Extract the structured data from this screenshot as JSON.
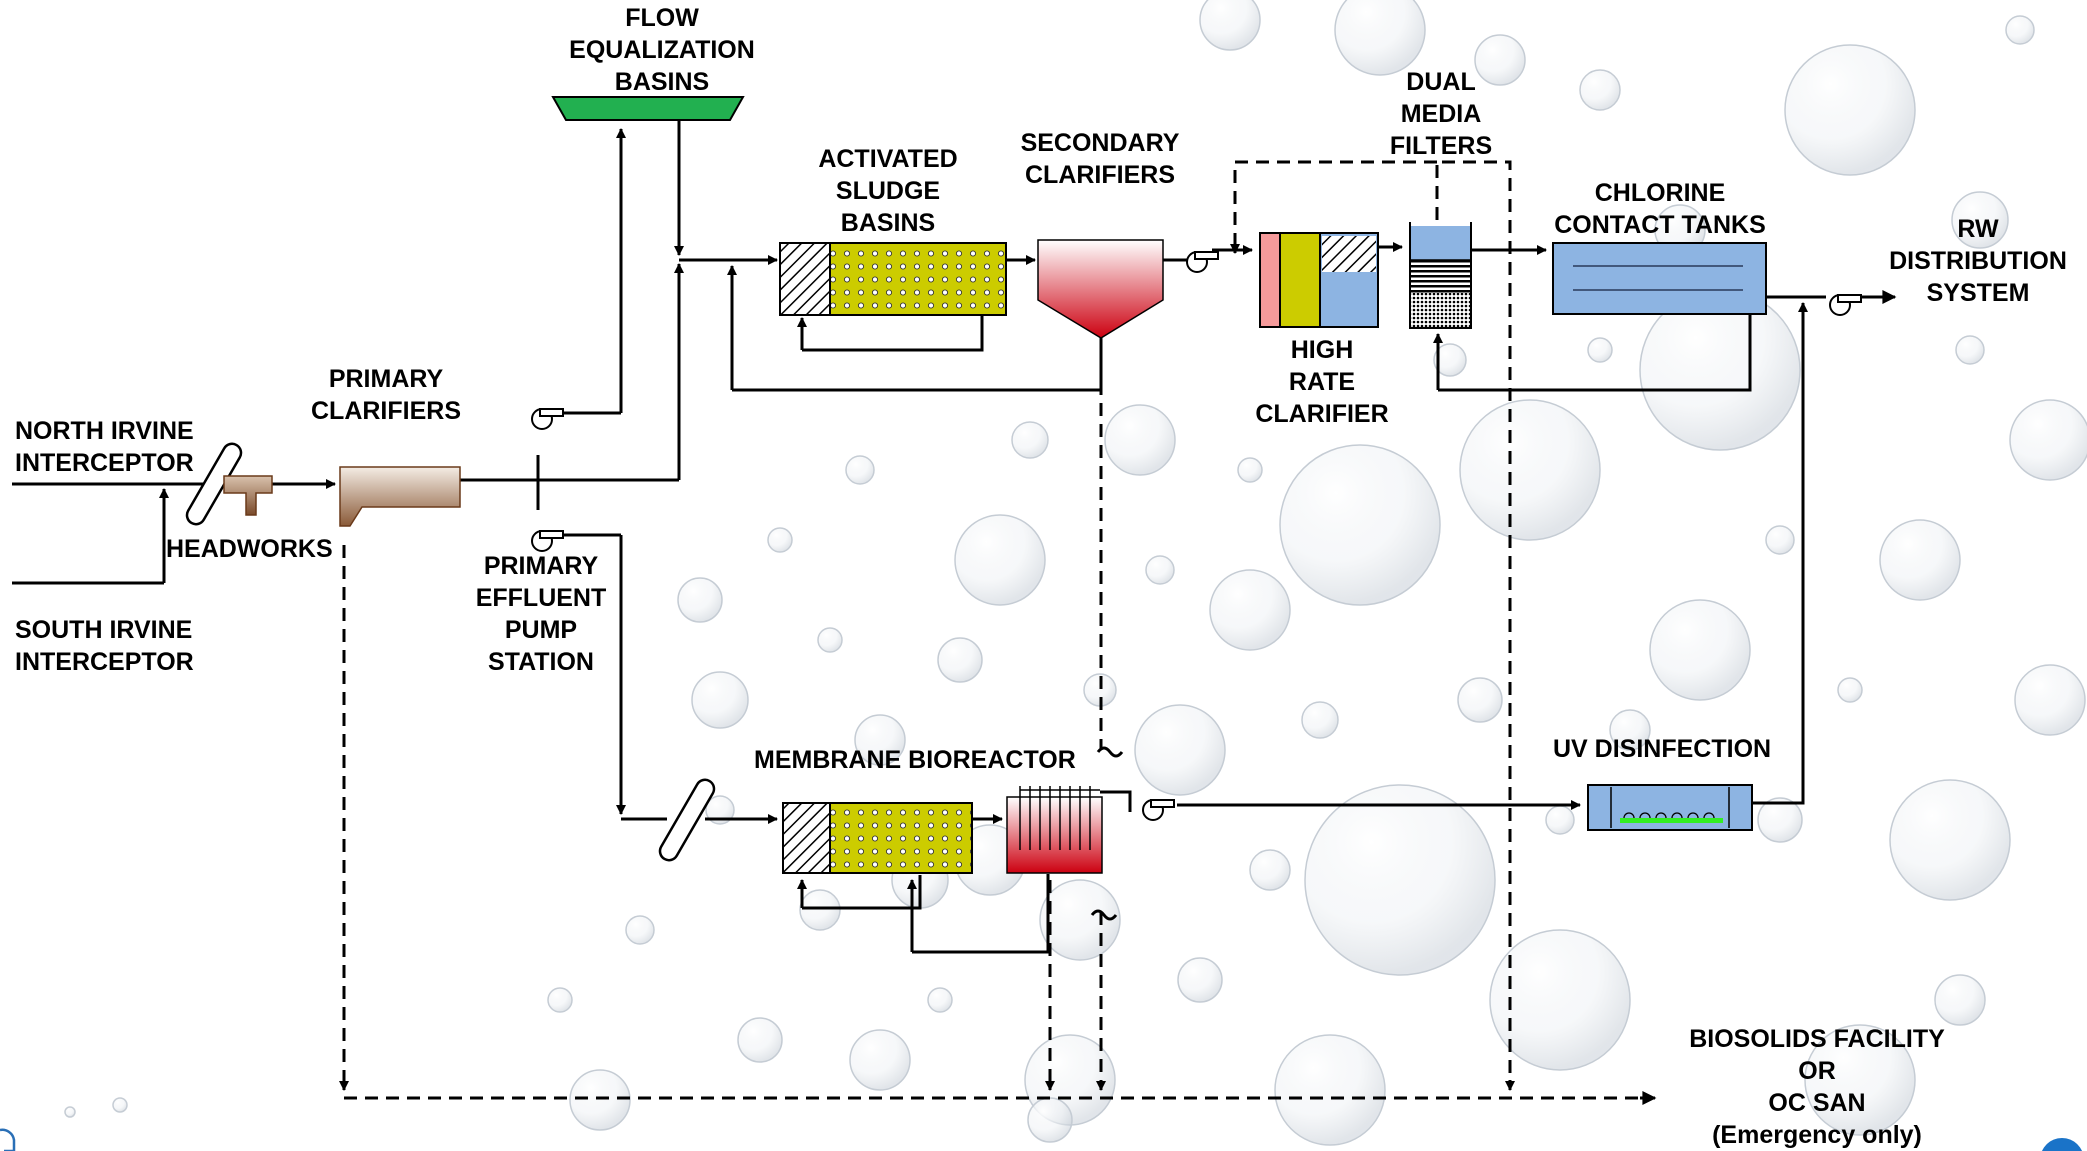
{
  "labels": {
    "flow_equalization": [
      "FLOW",
      "EQUALIZATION",
      "BASINS"
    ],
    "dual_media": [
      "DUAL",
      "MEDIA",
      "FILTERS"
    ],
    "activated_sludge": [
      "ACTIVATED",
      "SLUDGE",
      "BASINS"
    ],
    "secondary_clarifiers": [
      "SECONDARY",
      "CLARIFIERS"
    ],
    "chlorine_contact": [
      "CHLORINE",
      "CONTACT TANKS"
    ],
    "rw_distribution": [
      "RW",
      "DISTRIBUTION",
      "SYSTEM"
    ],
    "high_rate_clarifier": [
      "HIGH",
      "RATE",
      "CLARIFIER"
    ],
    "primary_clarifiers": [
      "PRIMARY",
      "CLARIFIERS"
    ],
    "north_irvine": [
      "NORTH IRVINE",
      "INTERCEPTOR"
    ],
    "south_irvine": [
      "SOUTH IRVINE",
      "INTERCEPTOR"
    ],
    "headworks": "HEADWORKS",
    "primary_effluent": [
      "PRIMARY",
      "EFFLUENT",
      "PUMP",
      "STATION"
    ],
    "membrane_bioreactor": "MEMBRANE BIOREACTOR",
    "uv_disinfection": "UV DISINFECTION",
    "biosolids": [
      "BIOSOLIDS FACILITY",
      "OR",
      "OC SAN",
      "(Emergency only)"
    ]
  },
  "colors": {
    "basin": "#cccc00",
    "equalization": "#22b050",
    "primary_clarifier": "#a87250",
    "secondary_clarifier": "#d40010",
    "chlorine": "#8db4e2",
    "filter_water": "#8db4e2",
    "clarifier_pink": "#f59a9a",
    "uv_lamp": "#33ee22"
  }
}
